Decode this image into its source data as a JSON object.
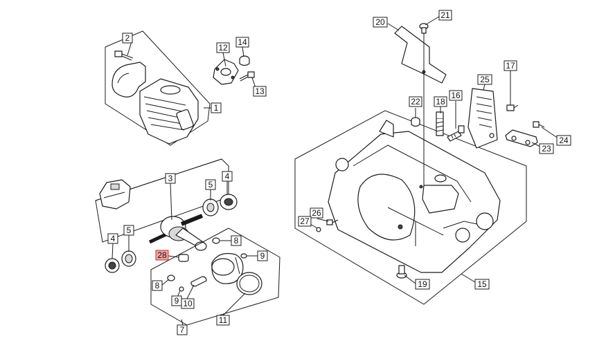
{
  "callouts": [
    {
      "id": "2",
      "label": "2"
    },
    {
      "id": "12",
      "label": "12"
    },
    {
      "id": "14",
      "label": "14"
    },
    {
      "id": "13",
      "label": "13"
    },
    {
      "id": "1",
      "label": "1"
    },
    {
      "id": "3",
      "label": "3"
    },
    {
      "id": "5a",
      "label": "5"
    },
    {
      "id": "4a",
      "label": "4"
    },
    {
      "id": "4b",
      "label": "4"
    },
    {
      "id": "5b",
      "label": "5"
    },
    {
      "id": "28",
      "label": "28",
      "highlight": true
    },
    {
      "id": "8a",
      "label": "8"
    },
    {
      "id": "9a",
      "label": "9"
    },
    {
      "id": "8b",
      "label": "8"
    },
    {
      "id": "9b",
      "label": "9"
    },
    {
      "id": "10",
      "label": "10"
    },
    {
      "id": "11",
      "label": "11"
    },
    {
      "id": "7",
      "label": "7"
    },
    {
      "id": "20",
      "label": "20"
    },
    {
      "id": "21",
      "label": "21"
    },
    {
      "id": "22",
      "label": "22"
    },
    {
      "id": "16",
      "label": "16"
    },
    {
      "id": "18",
      "label": "18"
    },
    {
      "id": "25",
      "label": "25"
    },
    {
      "id": "17",
      "label": "17"
    },
    {
      "id": "24",
      "label": "24"
    },
    {
      "id": "23",
      "label": "23"
    },
    {
      "id": "26",
      "label": "26"
    },
    {
      "id": "27",
      "label": "27"
    },
    {
      "id": "19",
      "label": "19"
    },
    {
      "id": "15",
      "label": "15"
    }
  ],
  "colors": {
    "highlight": "#f3a3a3",
    "line": "#1a1a1a"
  }
}
